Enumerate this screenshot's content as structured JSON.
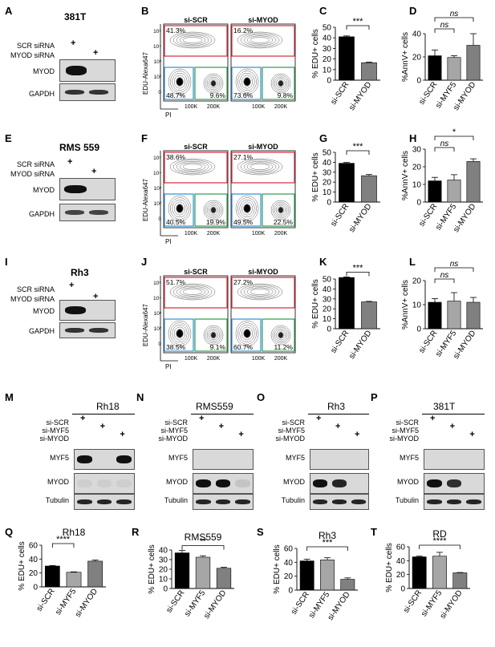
{
  "panels": {
    "A": "A",
    "B": "B",
    "C": "C",
    "D": "D",
    "E": "E",
    "F": "F",
    "G": "G",
    "H": "H",
    "I": "I",
    "J": "J",
    "K": "K",
    "L": "L",
    "M": "M",
    "N": "N",
    "O": "O",
    "P": "P",
    "Q": "Q",
    "R": "R",
    "S": "S",
    "T": "T"
  },
  "western_top": [
    {
      "title": "381T",
      "row1": "SCR siRNA",
      "row2": "MYOD siRNA",
      "bands": [
        "MYOD",
        "GAPDH"
      ],
      "plus": "+"
    },
    {
      "title": "RMS 559",
      "row1": "SCR siRNA",
      "row2": "MYOD siRNA",
      "bands": [
        "MYOD",
        "GAPDH"
      ],
      "plus": "+"
    },
    {
      "title": "Rh3",
      "row1": "SCR siRNA",
      "row2": "MYOD siRNA",
      "bands": [
        "MYOD",
        "GAPDH"
      ],
      "plus": "+"
    }
  ],
  "flow": {
    "ylabel": "EDU-Alexa647",
    "xlabel": "PI",
    "yticks": [
      "10⁵",
      "10⁴",
      "10³",
      "10²",
      "0"
    ],
    "xticks": [
      "0",
      "100K",
      "200K"
    ],
    "rows": [
      {
        "left": {
          "title": "si-SCR",
          "top": "41.3%",
          "bl": "48.7%",
          "br": "9.6%"
        },
        "right": {
          "title": "si-MYOD",
          "top": "16.2%",
          "bl": "73.6%",
          "br": "9.8%"
        }
      },
      {
        "left": {
          "title": "si-SCR",
          "top": "38.6%",
          "bl": "40.5%",
          "br": "19.9%"
        },
        "right": {
          "title": "si-MYOD",
          "top": "27.1%",
          "bl": "49.5%",
          "br": "22.5%"
        }
      },
      {
        "left": {
          "title": "si-SCR",
          "top": "51.7%",
          "bl": "38.5%",
          "br": "9.1%"
        },
        "right": {
          "title": "si-MYOD",
          "top": "27.2%",
          "bl": "60.7%",
          "br": "11.2%"
        }
      }
    ]
  },
  "western_bottom": [
    {
      "title": "Rh18",
      "rows": [
        "si-SCR",
        "si-MYF5",
        "si-MYOD"
      ],
      "bands": [
        "MYF5",
        "MYOD",
        "Tubulin"
      ],
      "plus": "+"
    },
    {
      "title": "RMS559",
      "rows": [
        "si-SCR",
        "si-MYF5",
        "si-MYOD"
      ],
      "bands": [
        "MYF5",
        "MYOD",
        "Tubulin"
      ],
      "plus": "+"
    },
    {
      "title": "Rh3",
      "rows": [
        "si-SCR",
        "si-MYF5",
        "si-MYOD"
      ],
      "bands": [
        "MYF5",
        "MYOD",
        "Tubulin"
      ],
      "plus": "+"
    },
    {
      "title": "381T",
      "rows": [
        "si-SCR",
        "si-MYF5",
        "si-MYOD"
      ],
      "bands": [
        "MYF5",
        "MYOD",
        "Tubulin"
      ],
      "plus": "+"
    }
  ],
  "chart_data": [
    {
      "panel": "C",
      "type": "bar",
      "categories": [
        "si-SCR",
        "si-MYOD"
      ],
      "values": [
        41,
        16.5
      ],
      "errors": [
        0.8,
        0.6
      ],
      "colors": [
        "#000000",
        "#808080"
      ],
      "ylabel": "% EDU+ cells",
      "ylim": [
        0,
        50
      ],
      "yticks": [
        0,
        10,
        20,
        30,
        40,
        50
      ],
      "sig": [
        {
          "from": 0,
          "to": 1,
          "label": "***"
        }
      ],
      "title": ""
    },
    {
      "panel": "D",
      "type": "bar",
      "categories": [
        "si-SCR",
        "si-MYF5",
        "si-MYOD"
      ],
      "values": [
        21,
        19.5,
        30
      ],
      "errors": [
        5,
        1.5,
        10
      ],
      "colors": [
        "#000000",
        "#a6a6a6",
        "#808080"
      ],
      "ylabel": "%AnnV+ cells",
      "ylim": [
        0,
        40
      ],
      "yticks": [
        0,
        20,
        40
      ],
      "sig": [
        {
          "from": 0,
          "to": 1,
          "label": "ns"
        },
        {
          "from": 0,
          "to": 2,
          "label": "ns"
        }
      ],
      "title": ""
    },
    {
      "panel": "G",
      "type": "bar",
      "categories": [
        "si-SCR",
        "si-MYOD"
      ],
      "values": [
        39,
        26.5
      ],
      "errors": [
        0.8,
        1.2
      ],
      "colors": [
        "#000000",
        "#808080"
      ],
      "ylabel": "% EDU+ cells",
      "ylim": [
        0,
        50
      ],
      "yticks": [
        0,
        10,
        20,
        30,
        40,
        50
      ],
      "sig": [
        {
          "from": 0,
          "to": 1,
          "label": "***"
        }
      ],
      "title": ""
    },
    {
      "panel": "H",
      "type": "bar",
      "categories": [
        "si-SCR",
        "si-MYF5",
        "si-MYOD"
      ],
      "values": [
        12,
        12.5,
        23
      ],
      "errors": [
        2,
        3,
        1.5
      ],
      "colors": [
        "#000000",
        "#a6a6a6",
        "#808080"
      ],
      "ylabel": "%AnnV+ cells",
      "ylim": [
        0,
        30
      ],
      "yticks": [
        0,
        10,
        20,
        30
      ],
      "sig": [
        {
          "from": 0,
          "to": 1,
          "label": "ns"
        },
        {
          "from": 0,
          "to": 2,
          "label": "*"
        }
      ],
      "title": ""
    },
    {
      "panel": "K",
      "type": "bar",
      "categories": [
        "si-SCR",
        "si-MYOD"
      ],
      "values": [
        51.5,
        27
      ],
      "errors": [
        0.6,
        0.5
      ],
      "colors": [
        "#000000",
        "#808080"
      ],
      "ylabel": "% EDU+ cells",
      "ylim": [
        0,
        50
      ],
      "yticks": [
        0,
        10,
        20,
        30,
        40,
        50
      ],
      "sig": [
        {
          "from": 0,
          "to": 1,
          "label": "***"
        }
      ],
      "title": ""
    },
    {
      "panel": "L",
      "type": "bar",
      "categories": [
        "si-SCR",
        "si-MYF5",
        "si-MYOD"
      ],
      "values": [
        11,
        11.5,
        11
      ],
      "errors": [
        1.5,
        3.5,
        2
      ],
      "colors": [
        "#000000",
        "#a6a6a6",
        "#808080"
      ],
      "ylabel": "%AnnV+ cells",
      "ylim": [
        0,
        20
      ],
      "yticks": [
        0,
        10,
        20
      ],
      "sig": [
        {
          "from": 0,
          "to": 1,
          "label": "ns"
        },
        {
          "from": 0,
          "to": 2,
          "label": "ns"
        }
      ],
      "title": ""
    },
    {
      "panel": "Q",
      "type": "bar",
      "categories": [
        "si-SCR",
        "si-MYF5",
        "si-MYOD"
      ],
      "values": [
        30,
        21,
        37
      ],
      "errors": [
        0.8,
        0.6,
        1.5
      ],
      "colors": [
        "#000000",
        "#a6a6a6",
        "#808080"
      ],
      "ylabel": "% EDU+ cells",
      "ylim": [
        0,
        60
      ],
      "yticks": [
        0,
        20,
        40,
        60
      ],
      "sig": [
        {
          "from": 0,
          "to": 1,
          "label": "****"
        }
      ],
      "title": "Rh18"
    },
    {
      "panel": "R",
      "type": "bar",
      "categories": [
        "si-SCR",
        "si-MYF5",
        "si-MYOD"
      ],
      "values": [
        37,
        32.5,
        21
      ],
      "errors": [
        2.5,
        1.5,
        1
      ],
      "colors": [
        "#000000",
        "#a6a6a6",
        "#808080"
      ],
      "ylabel": "% EDU+ cells",
      "ylim": [
        0,
        40
      ],
      "yticks": [
        0,
        10,
        20,
        30,
        40
      ],
      "sig": [
        {
          "from": 0,
          "to": 2,
          "label": "**"
        }
      ],
      "title": "RMS559"
    },
    {
      "panel": "S",
      "type": "bar",
      "categories": [
        "si-SCR",
        "si-MYF5",
        "si-MYOD"
      ],
      "values": [
        42,
        43.5,
        15.5
      ],
      "errors": [
        2.5,
        3,
        2
      ],
      "colors": [
        "#000000",
        "#a6a6a6",
        "#808080"
      ],
      "ylabel": "% EDU+ cells",
      "ylim": [
        0,
        60
      ],
      "yticks": [
        0,
        20,
        40,
        60
      ],
      "sig": [
        {
          "from": 0,
          "to": 2,
          "label": "***"
        }
      ],
      "title": "Rh3"
    },
    {
      "panel": "T",
      "type": "bar",
      "categories": [
        "si-SCR",
        "si-MYF5",
        "si-MYOD"
      ],
      "values": [
        45.5,
        46.5,
        22.5
      ],
      "errors": [
        1,
        5.5,
        0.5
      ],
      "colors": [
        "#000000",
        "#a6a6a6",
        "#808080"
      ],
      "ylabel": "% EDU+ cells",
      "ylim": [
        0,
        60
      ],
      "yticks": [
        0,
        20,
        40,
        60
      ],
      "sig": [
        {
          "from": 0,
          "to": 2,
          "label": "****"
        }
      ],
      "title": "RD"
    }
  ]
}
